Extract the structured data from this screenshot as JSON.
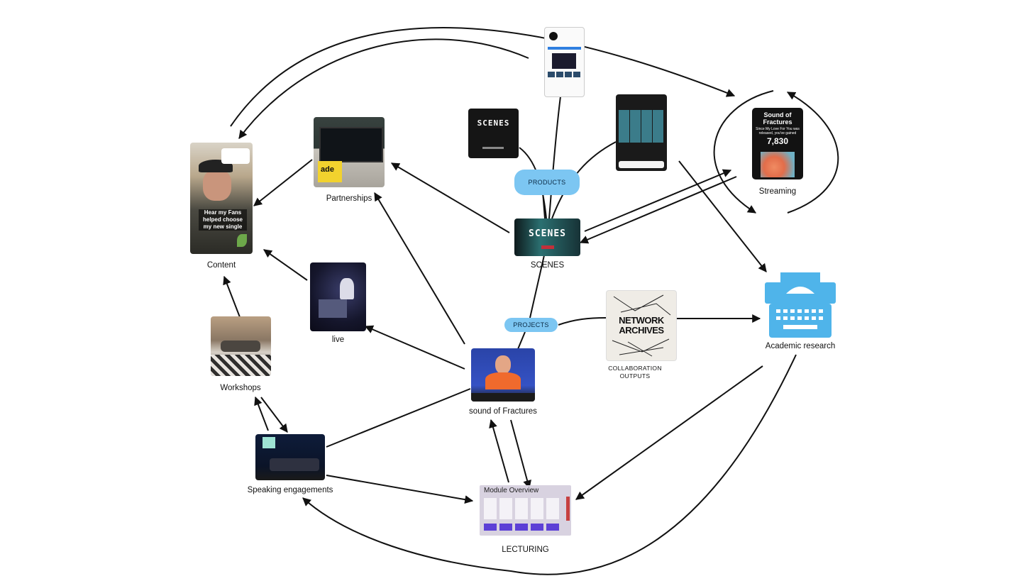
{
  "nodes": {
    "content": {
      "label": "Content",
      "overlay_text": "Hear my Fans helped choose my new single"
    },
    "partnerships": {
      "label": "Partnerships",
      "logo_text": "ade"
    },
    "live": {
      "label": "live"
    },
    "workshops": {
      "label": "Workshops"
    },
    "speaking": {
      "label": "Speaking engagements"
    },
    "scenes": {
      "label": "SCENES",
      "screen_text": "SCENES"
    },
    "scenes_app": {
      "logo_text": "SCENES"
    },
    "sound_of_fractures": {
      "label": "sound of Fractures"
    },
    "lecturing": {
      "label": "LECTURING",
      "slide_title": "Module Overview"
    },
    "network_archives": {
      "label_line1": "COLLABORATION",
      "label_line2": "OUTPUTS",
      "title_line1": "NETWORK",
      "title_line2": "ARCHIVES"
    },
    "academic_research": {
      "label": "Academic research"
    },
    "streaming": {
      "label": "Streaming",
      "card_title_line1": "Sound of",
      "card_title_line2": "Fractures",
      "card_subtitle": "Since My Love For You was released, you've gained",
      "card_number": "7,830"
    }
  },
  "pills": {
    "products": "PRODUCTS",
    "projects": "PROJECTS"
  },
  "colors": {
    "pill": "#7cc6f2",
    "typewriter": "#4fb4ea",
    "edge": "#111111"
  }
}
